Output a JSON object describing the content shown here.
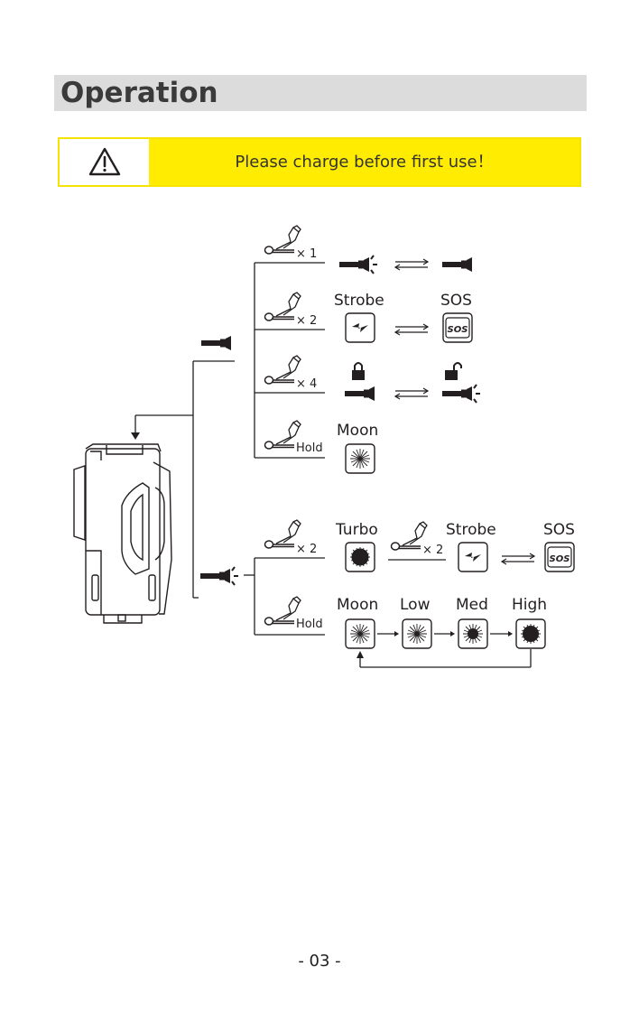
{
  "header": {
    "title": "Operation"
  },
  "warning": {
    "icon": "warning-triangle-icon",
    "text": "Please charge before first use！"
  },
  "diagram": {
    "off_branch": {
      "click_once": {
        "count": "× 1"
      },
      "click_twice": {
        "count": "× 2",
        "mode_a": "Strobe",
        "mode_b": "SOS",
        "sos_icon_text": "SOS"
      },
      "click_four": {
        "count": "× 4"
      },
      "hold": {
        "action": "Hold",
        "mode": "Moon"
      }
    },
    "on_branch": {
      "click_twice": {
        "count": "× 2",
        "mode_turbo": "Turbo",
        "inner_count": "× 2",
        "mode_strobe": "Strobe",
        "mode_sos": "SOS",
        "sos_icon_text": "SOS"
      },
      "hold": {
        "action": "Hold",
        "levels": [
          "Moon",
          "Low",
          "Med",
          "High"
        ]
      }
    }
  },
  "footer": {
    "page_number": "- 03 -"
  }
}
